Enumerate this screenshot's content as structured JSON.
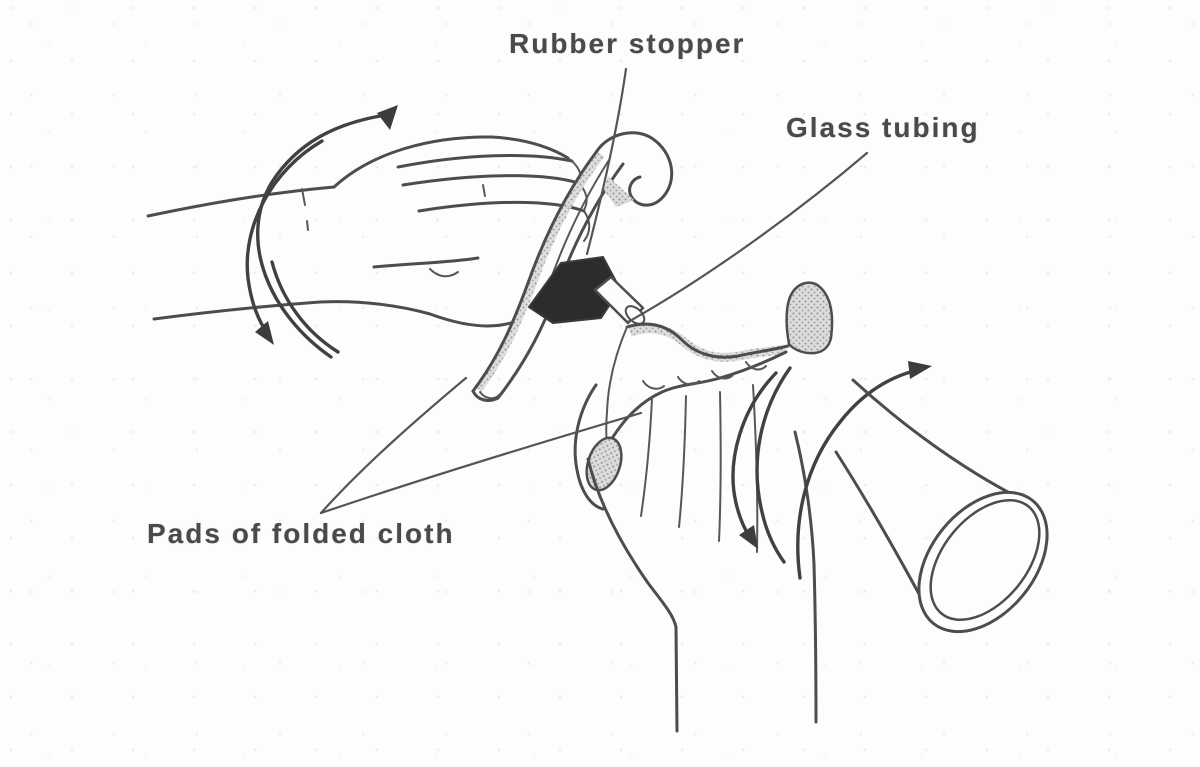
{
  "figure": {
    "labels": {
      "rubber_stopper": "Rubber stopper",
      "glass_tubing": "Glass tubing",
      "pads_of_folded_cloth": "Pads of folded cloth"
    },
    "colors": {
      "background": "#fdfdfd",
      "ink": "#4d4d4d",
      "text": "#4a4a4a",
      "stopper_fill": "#2e2b2c",
      "shading": "#b9b9b9"
    }
  }
}
